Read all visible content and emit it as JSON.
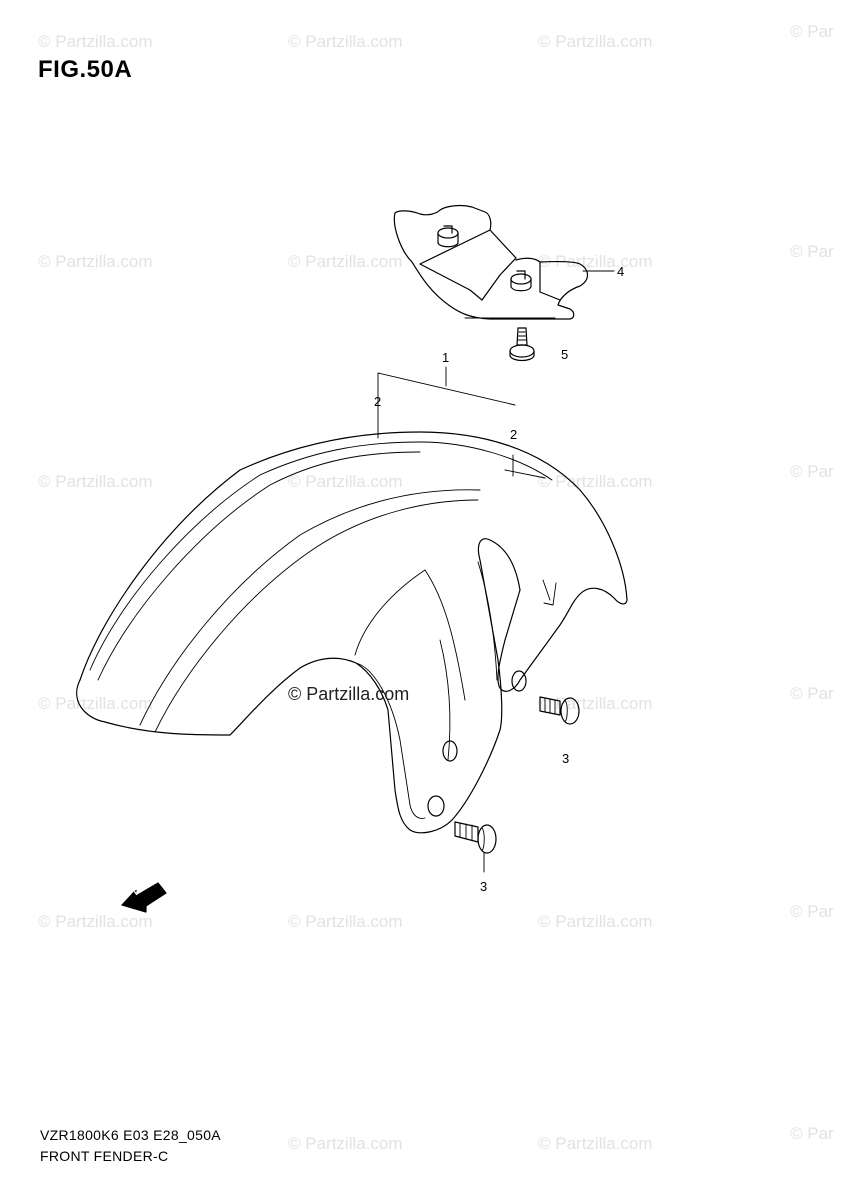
{
  "figure": {
    "title": "FIG.50A",
    "model_code": "VZR1800K6 E03 E28_050A",
    "name": "FRONT FENDER-C"
  },
  "watermark": {
    "text": "© Partzilla.com",
    "partial_text": "© Par"
  },
  "callouts": {
    "c1": "1",
    "c2a": "2",
    "c2b": "2",
    "c3a": "3",
    "c3b": "3",
    "c4": "4",
    "c5": "5"
  },
  "front_badge": "FWD"
}
